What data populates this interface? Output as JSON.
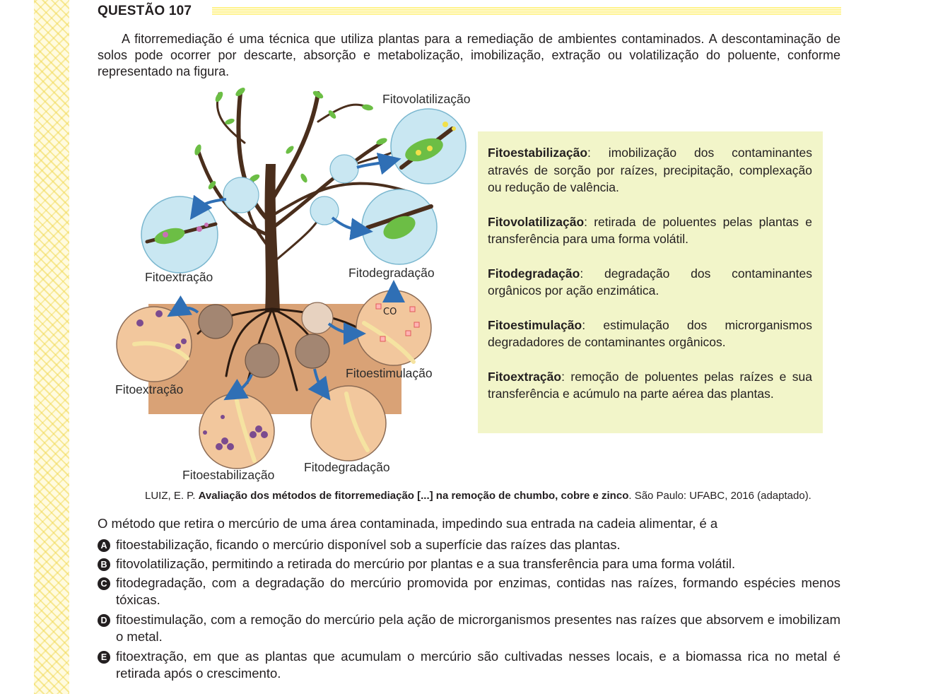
{
  "question": {
    "title": "QUESTÃO 107",
    "intro": "A fitorremediação é uma técnica que utiliza plantas para a remediação de ambientes contaminados. A descontaminação de solos pode ocorrer por descarte, absorção e metabolização, imobilização, extração ou volatilização do poluente, conforme representado na figura."
  },
  "figure": {
    "labels": {
      "fitovolatilizacao": "Fitovolatilização",
      "fitoextracao_top": "Fitoextração",
      "fitodegradacao_top": "Fitodegradação",
      "fitoestimulacao": "Fitoestimulação",
      "fitoextracao_bottom": "Fitoextração",
      "fitoestabilizacao": "Fitoestabilização",
      "fitodegradacao_bottom": "Fitodegradação",
      "co2": "CO"
    },
    "colors": {
      "leaf": "#6cbe45",
      "bubble": "#c9e7f2",
      "soil": "#d9a276",
      "trunk": "#4a2e1c",
      "arrow": "#2f6fb5"
    }
  },
  "definitions": [
    {
      "term": "Fitoestabilização",
      "text": ": imobilização dos contaminantes através de sorção por raízes, precipitação, complexação ou redução de valência."
    },
    {
      "term": "Fitovolatilização",
      "text": ": retirada de poluentes pelas plantas e transferência para uma forma volátil."
    },
    {
      "term": "Fitodegradação",
      "text": ": degradação dos contaminantes orgânicos por ação enzimática."
    },
    {
      "term": "Fitoestimulação",
      "text": ": estimulação dos microrganismos degradadores de contaminantes orgânicos."
    },
    {
      "term": "Fitoextração",
      "text": ": remoção de poluentes pelas raízes e sua transferência e acúmulo na parte aérea das plantas."
    }
  ],
  "citation": {
    "author": "LUIZ, E. P. ",
    "title": "Avaliação dos métodos de fitorremediação [...] na remoção de chumbo, cobre e zinco",
    "rest": ". São Paulo: UFABC, 2016 (adaptado)."
  },
  "stem": "O método que retira o mercúrio de uma área contaminada, impedindo sua entrada na cadeia alimentar, é a",
  "alternatives": [
    {
      "letter": "A",
      "text": "fitoestabilização, ficando o mercúrio disponível sob a superfície das raízes das plantas."
    },
    {
      "letter": "B",
      "text": "fitovolatilização, permitindo a retirada do mercúrio por plantas e a sua transferência para uma forma volátil."
    },
    {
      "letter": "C",
      "text": "fitodegradação, com a degradação do mercúrio promovida por enzimas, contidas nas raízes, formando espécies menos tóxicas."
    },
    {
      "letter": "D",
      "text": "fitoestimulação, com a remoção do mercúrio pela ação de microrganismos presentes nas raízes que absorvem e imobilizam o metal."
    },
    {
      "letter": "E",
      "text": "fitoextração, em que as plantas que acumulam o mercúrio são cultivadas nesses locais, e a biomassa rica no metal é retirada após o crescimento."
    }
  ]
}
